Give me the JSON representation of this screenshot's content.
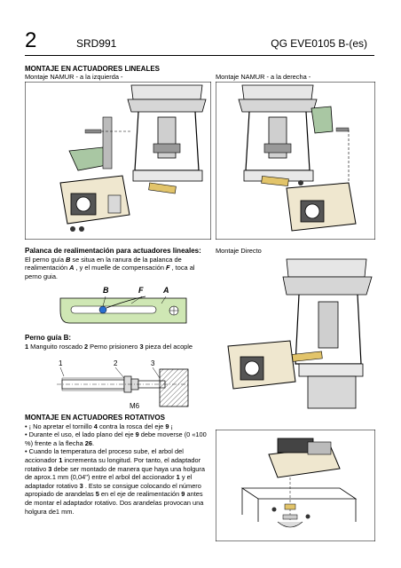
{
  "header": {
    "page_number": "2",
    "doc_code": "SRD991",
    "doc_ref": "QG EVE0105 B-(es)"
  },
  "linear": {
    "title": "MONTAJE EN ACTUADORES LINEALES",
    "left_caption": "Montaje NAMUR - a la izquierda -",
    "right_caption": "Montaje NAMUR - a la derecha -"
  },
  "feedback": {
    "heading": "Palanca de realimentación para actuadores lineales:",
    "p1": "El perno guía",
    "p1_b": "B",
    "p2": " se situa en la ranura de la palanca de realimentación ",
    "p2_b": "A",
    "p3": " , y el muelle de compensación ",
    "p3_b": "F",
    "p4": " , toca al perno guia.",
    "labels": [
      "B",
      "F",
      "A"
    ],
    "direct_caption": "Montaje Directo"
  },
  "guide": {
    "heading": "Perno guía B:",
    "n1": "1",
    "t1": " Manguito roscado ",
    "n2": "2",
    "t2": " Perno prisionero  ",
    "n3": "3",
    "t3": " pieza del acople",
    "labels": [
      "1",
      "2",
      "3"
    ],
    "thread": "M6"
  },
  "rotary": {
    "title": "MONTAJE EN ACTUADORES ROTATIVOS",
    "b1a": "• ¡ No apretar el tornillo ",
    "b1n": "4",
    "b1b": " contra la rosca del eje ",
    "b1n2": "9",
    "b1c": " ¡",
    "b2a": "• Durante el uso, el lado plano del eje ",
    "b2n": "9",
    "b2b": " debe moverse (0 «100 %) frente a la flecha ",
    "b2n2": "26",
    "b2c": ".",
    "b3a": "• Cuando la temperatura del proceso sube, el arbol del accionador ",
    "b3n": "1",
    "b3b": " incrementa su longitud. Por tanto, el adaptador rotativo ",
    "b3n2": "3",
    "b3c": " debe ser montado de manera que haya una holgura de aprox.1 mm (0,04\") entre el arbol del accionador ",
    "b3n3": "1",
    "b3d": " y el adaptador rotativo ",
    "b3n4": "3",
    "b3e": " . Esto se consigue colocando el número apropiado de arandelas ",
    "b3n5": "5",
    "b3f": " en el eje de realimentación ",
    "b3n6": "9",
    "b3g": " antes de montar el adaptador rotativo. Dos arandelas provocan una holgura de1 mm."
  }
}
